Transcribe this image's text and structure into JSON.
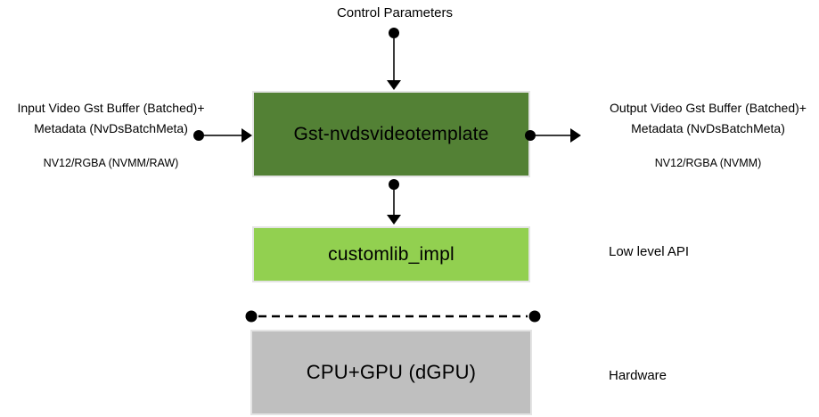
{
  "colors": {
    "background": "#ffffff",
    "plugin_box": "#538135",
    "customlib_box": "#92d050",
    "hardware_box": "#bfbfbf",
    "box_border": "#e4e4e4",
    "connector": "#000000",
    "text": "#000000"
  },
  "top": {
    "control_parameters_label": "Control Parameters"
  },
  "left": {
    "buffer_line1": "Input Video Gst Buffer (Batched)+",
    "buffer_line2": "Metadata (NvDsBatchMeta)",
    "format_label": "NV12/RGBA (NVMM/RAW)"
  },
  "right": {
    "buffer_line1": "Output Video Gst Buffer (Batched)+",
    "buffer_line2": "Metadata (NvDsBatchMeta)",
    "format_label": "NV12/RGBA (NVMM)"
  },
  "boxes": {
    "plugin": {
      "label": "Gst-nvdsvideotemplate"
    },
    "customlib": {
      "label": "customlib_impl"
    },
    "hardware": {
      "label": "CPU+GPU (dGPU)"
    }
  },
  "annotations": {
    "low_level_api_label": "Low level API",
    "hardware_label": "Hardware"
  }
}
